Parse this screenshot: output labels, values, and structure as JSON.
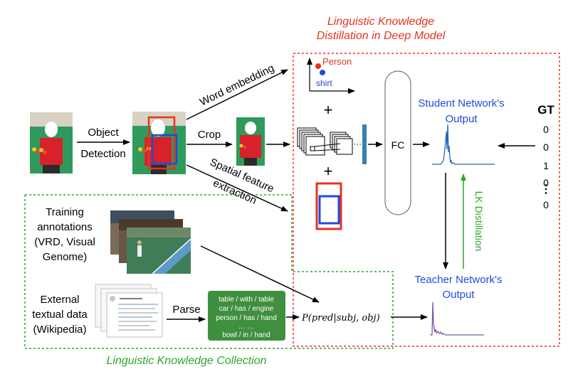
{
  "titles": {
    "distillation": [
      "Linguistic Knowledge",
      "Distillation in Deep Model"
    ],
    "collection": "Linguistic Knowledge Collection"
  },
  "steps": {
    "object_detection": [
      "Object",
      "Detection"
    ],
    "word_embedding": "Word embedding",
    "crop": "Crop",
    "spatial": [
      "Spatial feature",
      "extraction"
    ],
    "parse": "Parse"
  },
  "embedding_labels": {
    "person": "Person",
    "shirt": "shirt"
  },
  "network": {
    "plus": "+",
    "fc": "FC",
    "dots": "···",
    "student_output": [
      "Student Network's",
      "Output"
    ],
    "teacher_output": [
      "Teacher Network's",
      "Output"
    ],
    "lk_distillation": "LK Distillation"
  },
  "gt": {
    "title": "GT",
    "values": [
      "0",
      "0",
      "1",
      "0",
      "⋮",
      "0"
    ]
  },
  "sources": {
    "training": [
      "Training",
      "annotations",
      "(VRD, Visual",
      "Genome)"
    ],
    "external": [
      "External",
      "textual data",
      "(Wikipedia)"
    ]
  },
  "parse_box_lines": [
    "table / with / table",
    "car / has / engine",
    "person / has / hand",
    "… …",
    "bowl / in / hand"
  ],
  "formula": "P(pred|subj, obj)",
  "colors": {
    "red": "#e8321d",
    "green": "#2ea52e",
    "blue": "#1f4bdb",
    "dark_green": "#3f8f3f"
  }
}
